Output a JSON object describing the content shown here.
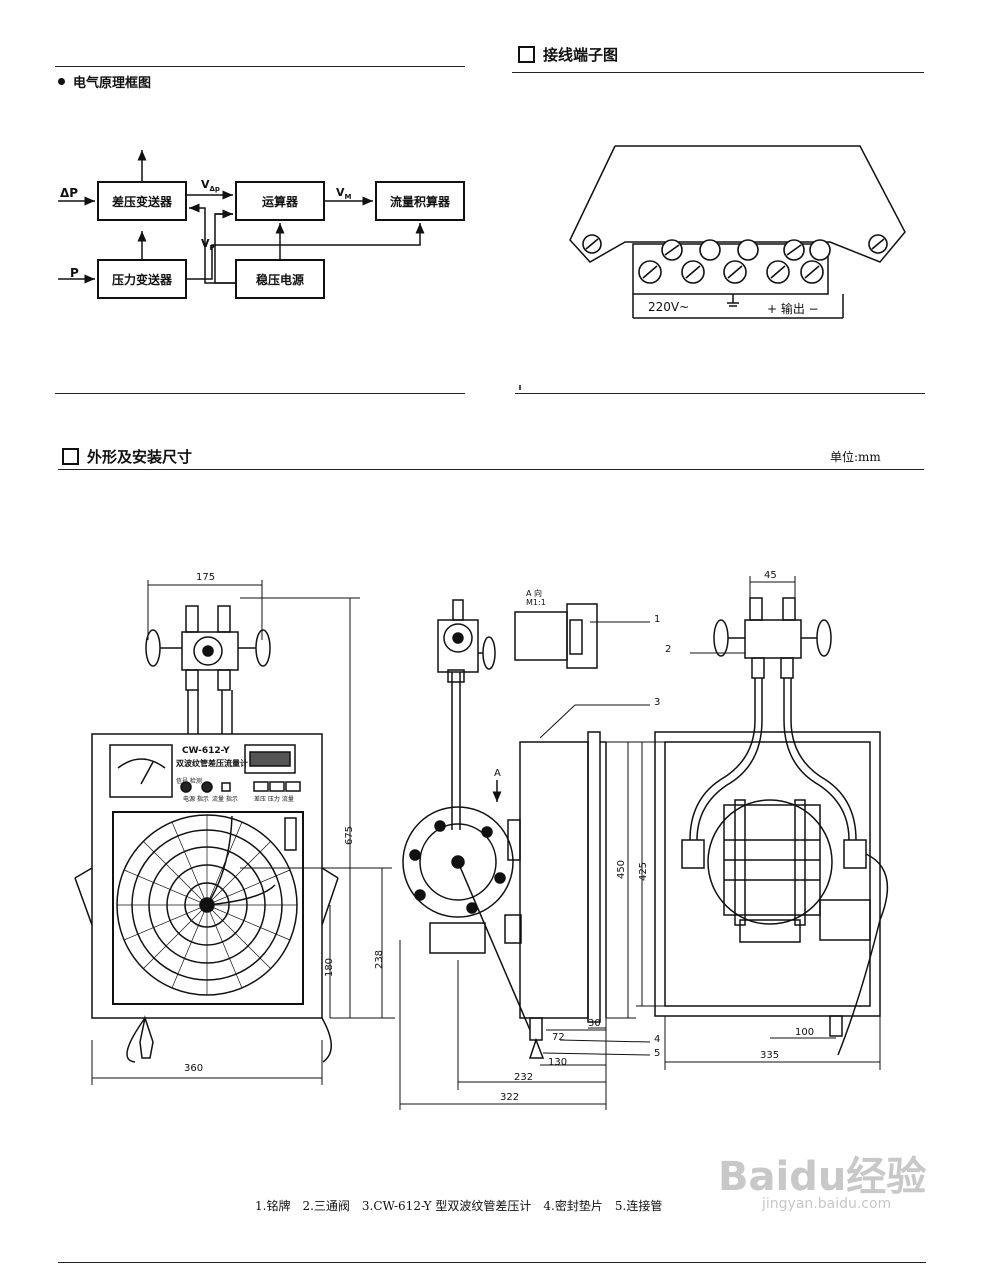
{
  "block_diagram": {
    "title": "电气原理框图",
    "inputs": {
      "dp": "ΔP",
      "p": "P"
    },
    "blocks": {
      "dp_transmitter": "差压变送器",
      "p_transmitter": "压力变送器",
      "calculator": "运算器",
      "power": "稳压电源",
      "integrator": "流量积算器"
    },
    "signals": {
      "v_dp": "V",
      "v_dp_sub": "Δp",
      "v_p": "V",
      "v_p_sub": "P",
      "v_m": "V",
      "v_m_sub": "M"
    }
  },
  "terminal_diagram": {
    "title": "接线端子图",
    "label_power": "220V~",
    "label_output": "+ 输出 −"
  },
  "dimensions_section": {
    "title": "外形及安装尺寸",
    "unit": "单位:mm",
    "front_view": {
      "dims": [
        "175",
        "675",
        "238",
        "180",
        "360"
      ],
      "model_text": "CW-612-Y",
      "panel_text": "双波纹管差压流量计",
      "indicator_labels": [
        "电源 指示",
        "信号 检测",
        "流量 指示"
      ],
      "button_labels": [
        "差压 压力 流量"
      ]
    },
    "side_view": {
      "view_label": "A 向",
      "view_scale": "M1:1",
      "arrow_label": "A",
      "callouts": [
        "1",
        "3",
        "4",
        "5"
      ],
      "dims": [
        "450",
        "72",
        "30",
        "130",
        "232",
        "322"
      ]
    },
    "rear_view": {
      "callouts": [
        "2"
      ],
      "dims": [
        "45",
        "425",
        "100",
        "335"
      ]
    },
    "caption": "1.铭牌　2.三通阀　3.CW-612-Y 型双波纹管差压计　4.密封垫片　5.连接管"
  },
  "watermark": {
    "brand": "Baidu经验",
    "url": "jingyan.baidu.com"
  }
}
